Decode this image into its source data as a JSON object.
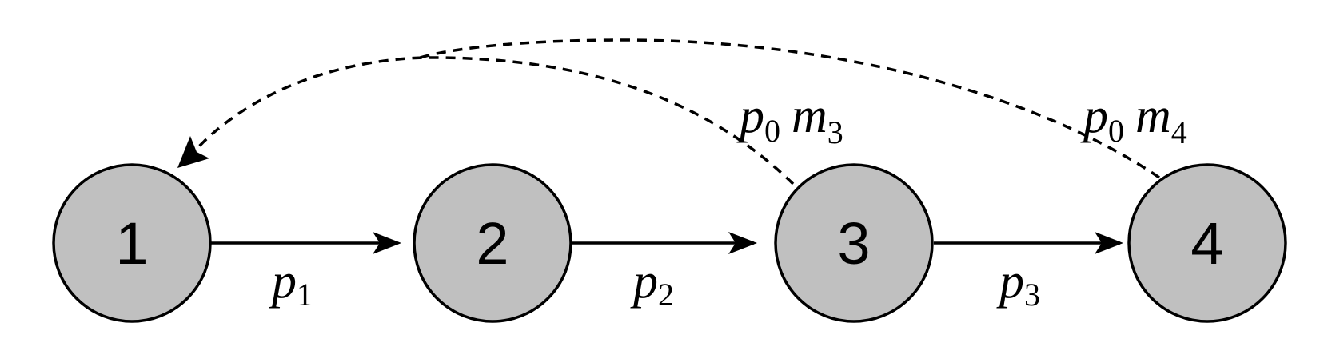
{
  "colors": {
    "node_fill": "#c0c0c0",
    "stroke": "#000000"
  },
  "nodes": [
    {
      "label": "1"
    },
    {
      "label": "2"
    },
    {
      "label": "3"
    },
    {
      "label": "4"
    }
  ],
  "edges": [
    {
      "from": "1",
      "to": "2",
      "symbol": "p",
      "subscript": "1"
    },
    {
      "from": "2",
      "to": "3",
      "symbol": "p",
      "subscript": "2"
    },
    {
      "from": "3",
      "to": "4",
      "symbol": "p",
      "subscript": "3"
    }
  ],
  "feedback_edges": [
    {
      "from": "3",
      "to": "1",
      "p_symbol": "p",
      "p_subscript": "0",
      "m_symbol": "m",
      "m_subscript": "3"
    },
    {
      "from": "4",
      "to": "1",
      "p_symbol": "p",
      "p_subscript": "0",
      "m_symbol": "m",
      "m_subscript": "4"
    }
  ]
}
